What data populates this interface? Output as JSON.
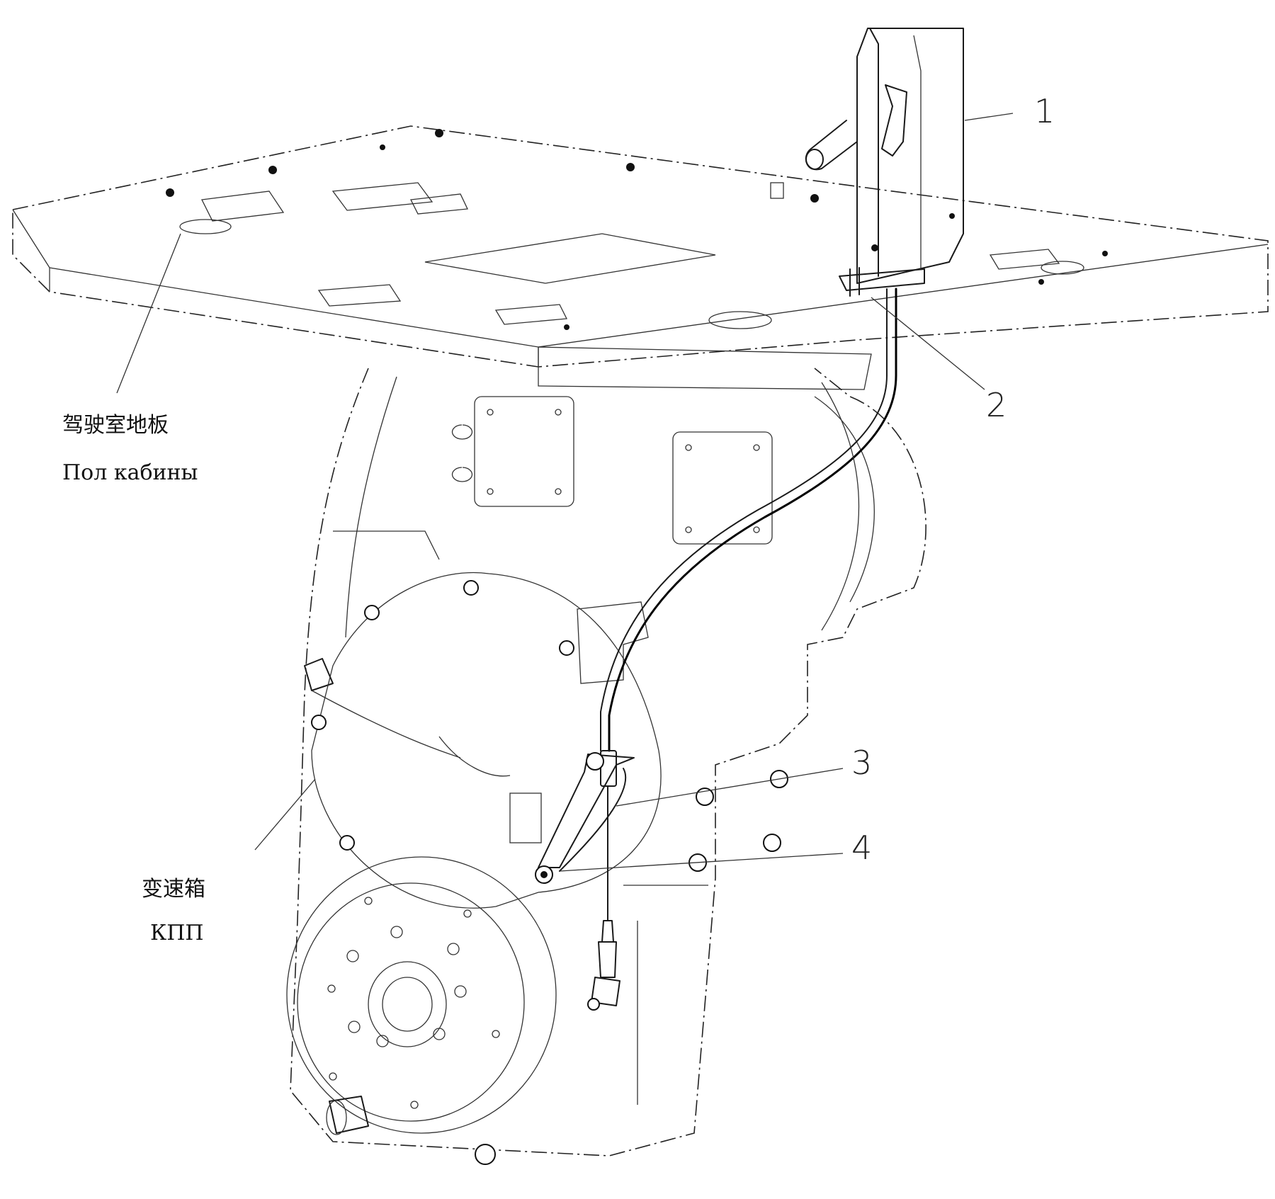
{
  "callouts": [
    {
      "id": "1",
      "text": "1"
    },
    {
      "id": "2",
      "text": "2"
    },
    {
      "id": "3",
      "text": "3"
    },
    {
      "id": "4",
      "text": "4"
    }
  ],
  "labels": {
    "cab_floor_cn": "驾驶室地板",
    "cab_floor_ru": "Пол кабины",
    "gearbox_cn": "变速箱",
    "gearbox_ru": "КПП"
  },
  "colors": {
    "line": "#1a1a1a",
    "background": "#ffffff"
  }
}
